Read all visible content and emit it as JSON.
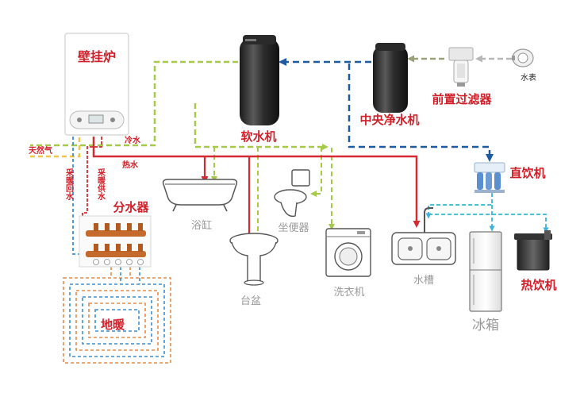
{
  "labels": {
    "boiler": "壁挂炉",
    "softener": "软水机",
    "central_purifier": "中央净水机",
    "prefilter": "前置过滤器",
    "meter": "水表",
    "direct_drink": "直饮机",
    "hot_drink": "热饮机",
    "gas": "天然气",
    "cold_water": "冷水",
    "hot_water": "热水",
    "heating_return": "采暖回水",
    "heating_supply": "采暖供水",
    "manifold": "分水器",
    "floor_heating": "地暖",
    "bathtub": "浴缸",
    "toilet": "坐便器",
    "basin": "台盆",
    "washer": "洗衣机",
    "sink": "水槽",
    "fridge": "冰箱"
  },
  "colors": {
    "hot_pipe": "#d42a33",
    "cold_pipe": "#a6c94a",
    "purified_pipe": "#1d5aa0",
    "prefilter_pipe": "#9aa07a",
    "meter_pipe": "#b7b7b7",
    "drink_pipe": "#3fb2d8",
    "gas_pipe": "#f0c54a",
    "floor_hot": "#e58a4a",
    "floor_return": "#3f8fd0",
    "label_red": "#d0202a",
    "label_grey": "#9a9a9a"
  }
}
